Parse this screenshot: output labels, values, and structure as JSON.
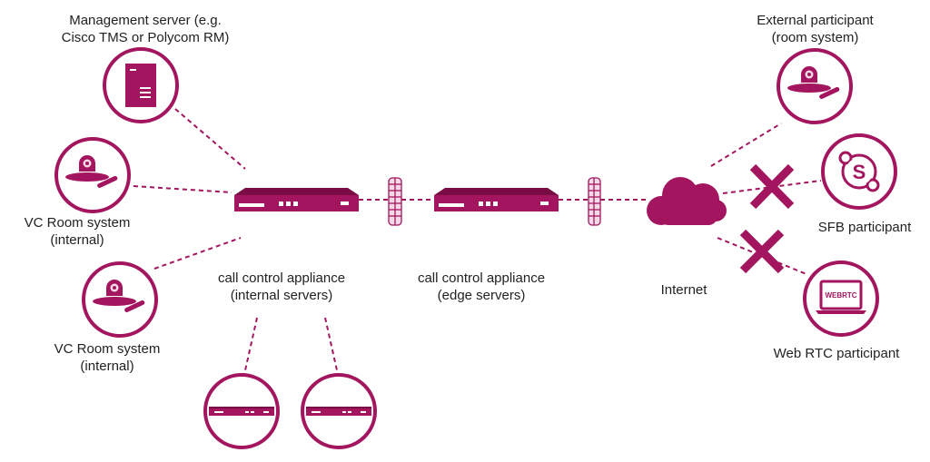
{
  "colors": {
    "primary": "#a3155e",
    "dark": "#7a0c45",
    "light": "#f4d9e7",
    "text": "#222222"
  },
  "labels": {
    "management_server": [
      "Management server (e.g.",
      "Cisco TMS or Polycom RM)"
    ],
    "vc_room_1": [
      "VC Room system",
      "(internal)"
    ],
    "vc_room_2": [
      "VC Room system",
      "(internal)"
    ],
    "cca_internal": [
      "call control appliance",
      "(internal servers)"
    ],
    "cca_edge": [
      "call control appliance",
      "(edge servers)"
    ],
    "internet": "Internet",
    "external_participant": [
      "External participant",
      "(room system)"
    ],
    "sfb_participant": "SFB participant",
    "webrtc_participant": "Web RTC participant",
    "webrtc_screen_text": "WEBRTC"
  },
  "icons": {
    "management_server": "server-tower-icon",
    "vc_room": "video-conference-camera-icon",
    "appliance": "rack-appliance-icon",
    "firewall": "firewall-icon",
    "internet": "cloud-icon",
    "sfb": "skype-icon",
    "webrtc": "laptop-icon",
    "blocked": "cross-icon"
  }
}
